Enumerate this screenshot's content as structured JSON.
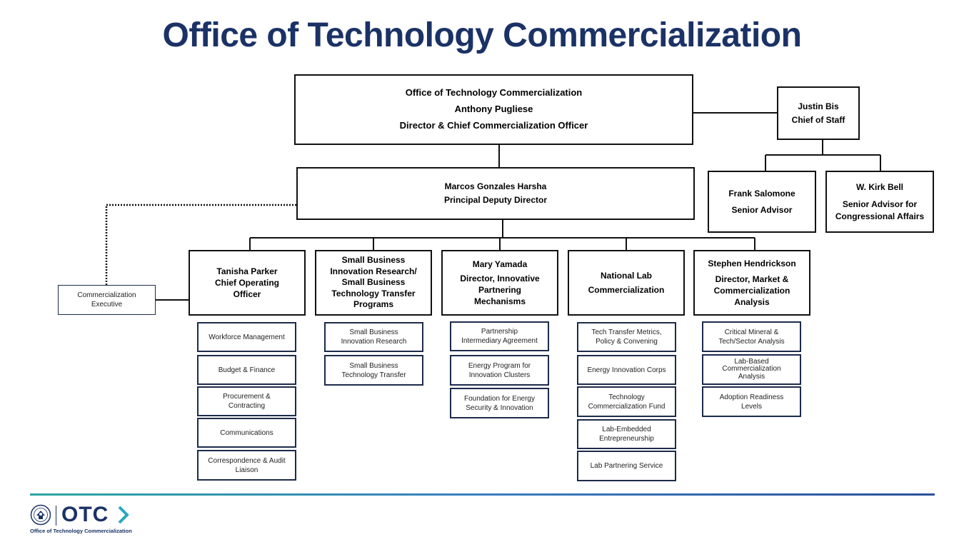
{
  "page_title": "Office of Technology Commercialization",
  "director": {
    "lines": [
      "Office of Technology Commercialization",
      "Anthony Pugliese",
      "Director & Chief Commercialization Officer"
    ]
  },
  "chief_of_staff": {
    "lines": [
      "Justin Bis",
      "Chief of Staff"
    ]
  },
  "advisors": [
    {
      "lines": [
        "Frank Salomone",
        "Senior Advisor"
      ]
    },
    {
      "lines": [
        "W. Kirk Bell",
        "Senior Advisor for",
        "Congressional Affairs"
      ]
    }
  ],
  "deputy": {
    "lines": [
      "Marcos Gonzales Harsha",
      "Principal Deputy Director"
    ]
  },
  "commercialization_executive": {
    "lines": [
      "Commercialization",
      "Executive"
    ]
  },
  "divisions": [
    {
      "lines": [
        "Tanisha Parker",
        "Chief Operating",
        "Officer"
      ],
      "units": [
        [
          "Workforce Management"
        ],
        [
          "Budget & Finance"
        ],
        [
          "Procurement &",
          "Contracting"
        ],
        [
          "Communications"
        ],
        [
          "Correspondence & Audit",
          "Liaison"
        ]
      ]
    },
    {
      "lines": [
        "Small Business",
        "Innovation Research/",
        "Small Business",
        "Technology Transfer",
        "Programs"
      ],
      "units": [
        [
          "Small Business",
          "Innovation Research"
        ],
        [
          "Small Business",
          "Technology Transfer"
        ]
      ]
    },
    {
      "lines": [
        "Mary Yamada",
        "Director, Innovative",
        "Partnering",
        "Mechanisms"
      ],
      "units": [
        [
          "Partnership",
          "Intermediary Agreement"
        ],
        [
          "Energy Program for",
          "Innovation Clusters"
        ],
        [
          "Foundation for Energy",
          "Security & Innovation"
        ]
      ]
    },
    {
      "lines": [
        "National Lab",
        "Commercialization"
      ],
      "units": [
        [
          "Tech Transfer Metrics,",
          "Policy & Convening"
        ],
        [
          "Energy Innovation Corps"
        ],
        [
          "Technology",
          "Commercialization Fund"
        ],
        [
          "Lab-Embedded",
          "Entrepreneurship"
        ],
        [
          "Lab Partnering Service"
        ]
      ]
    },
    {
      "lines": [
        "Stephen Hendrickson",
        "Director, Market &",
        "Commercialization",
        "Analysis"
      ],
      "units": [
        [
          "Critical Mineral &",
          "Tech/Sector Analysis"
        ],
        [
          "Lab-Based",
          "Commercialization",
          "Analysis"
        ],
        [
          "Adoption Readiness",
          "Levels"
        ]
      ]
    }
  ],
  "logo": {
    "text": "OTC",
    "caption": "Office of Technology Commercialization"
  },
  "colors": {
    "title": "#1b3266",
    "unit_border": "#1d2b4a",
    "rule_start": "#2aa7a0",
    "rule_end": "#2b4f9b"
  }
}
